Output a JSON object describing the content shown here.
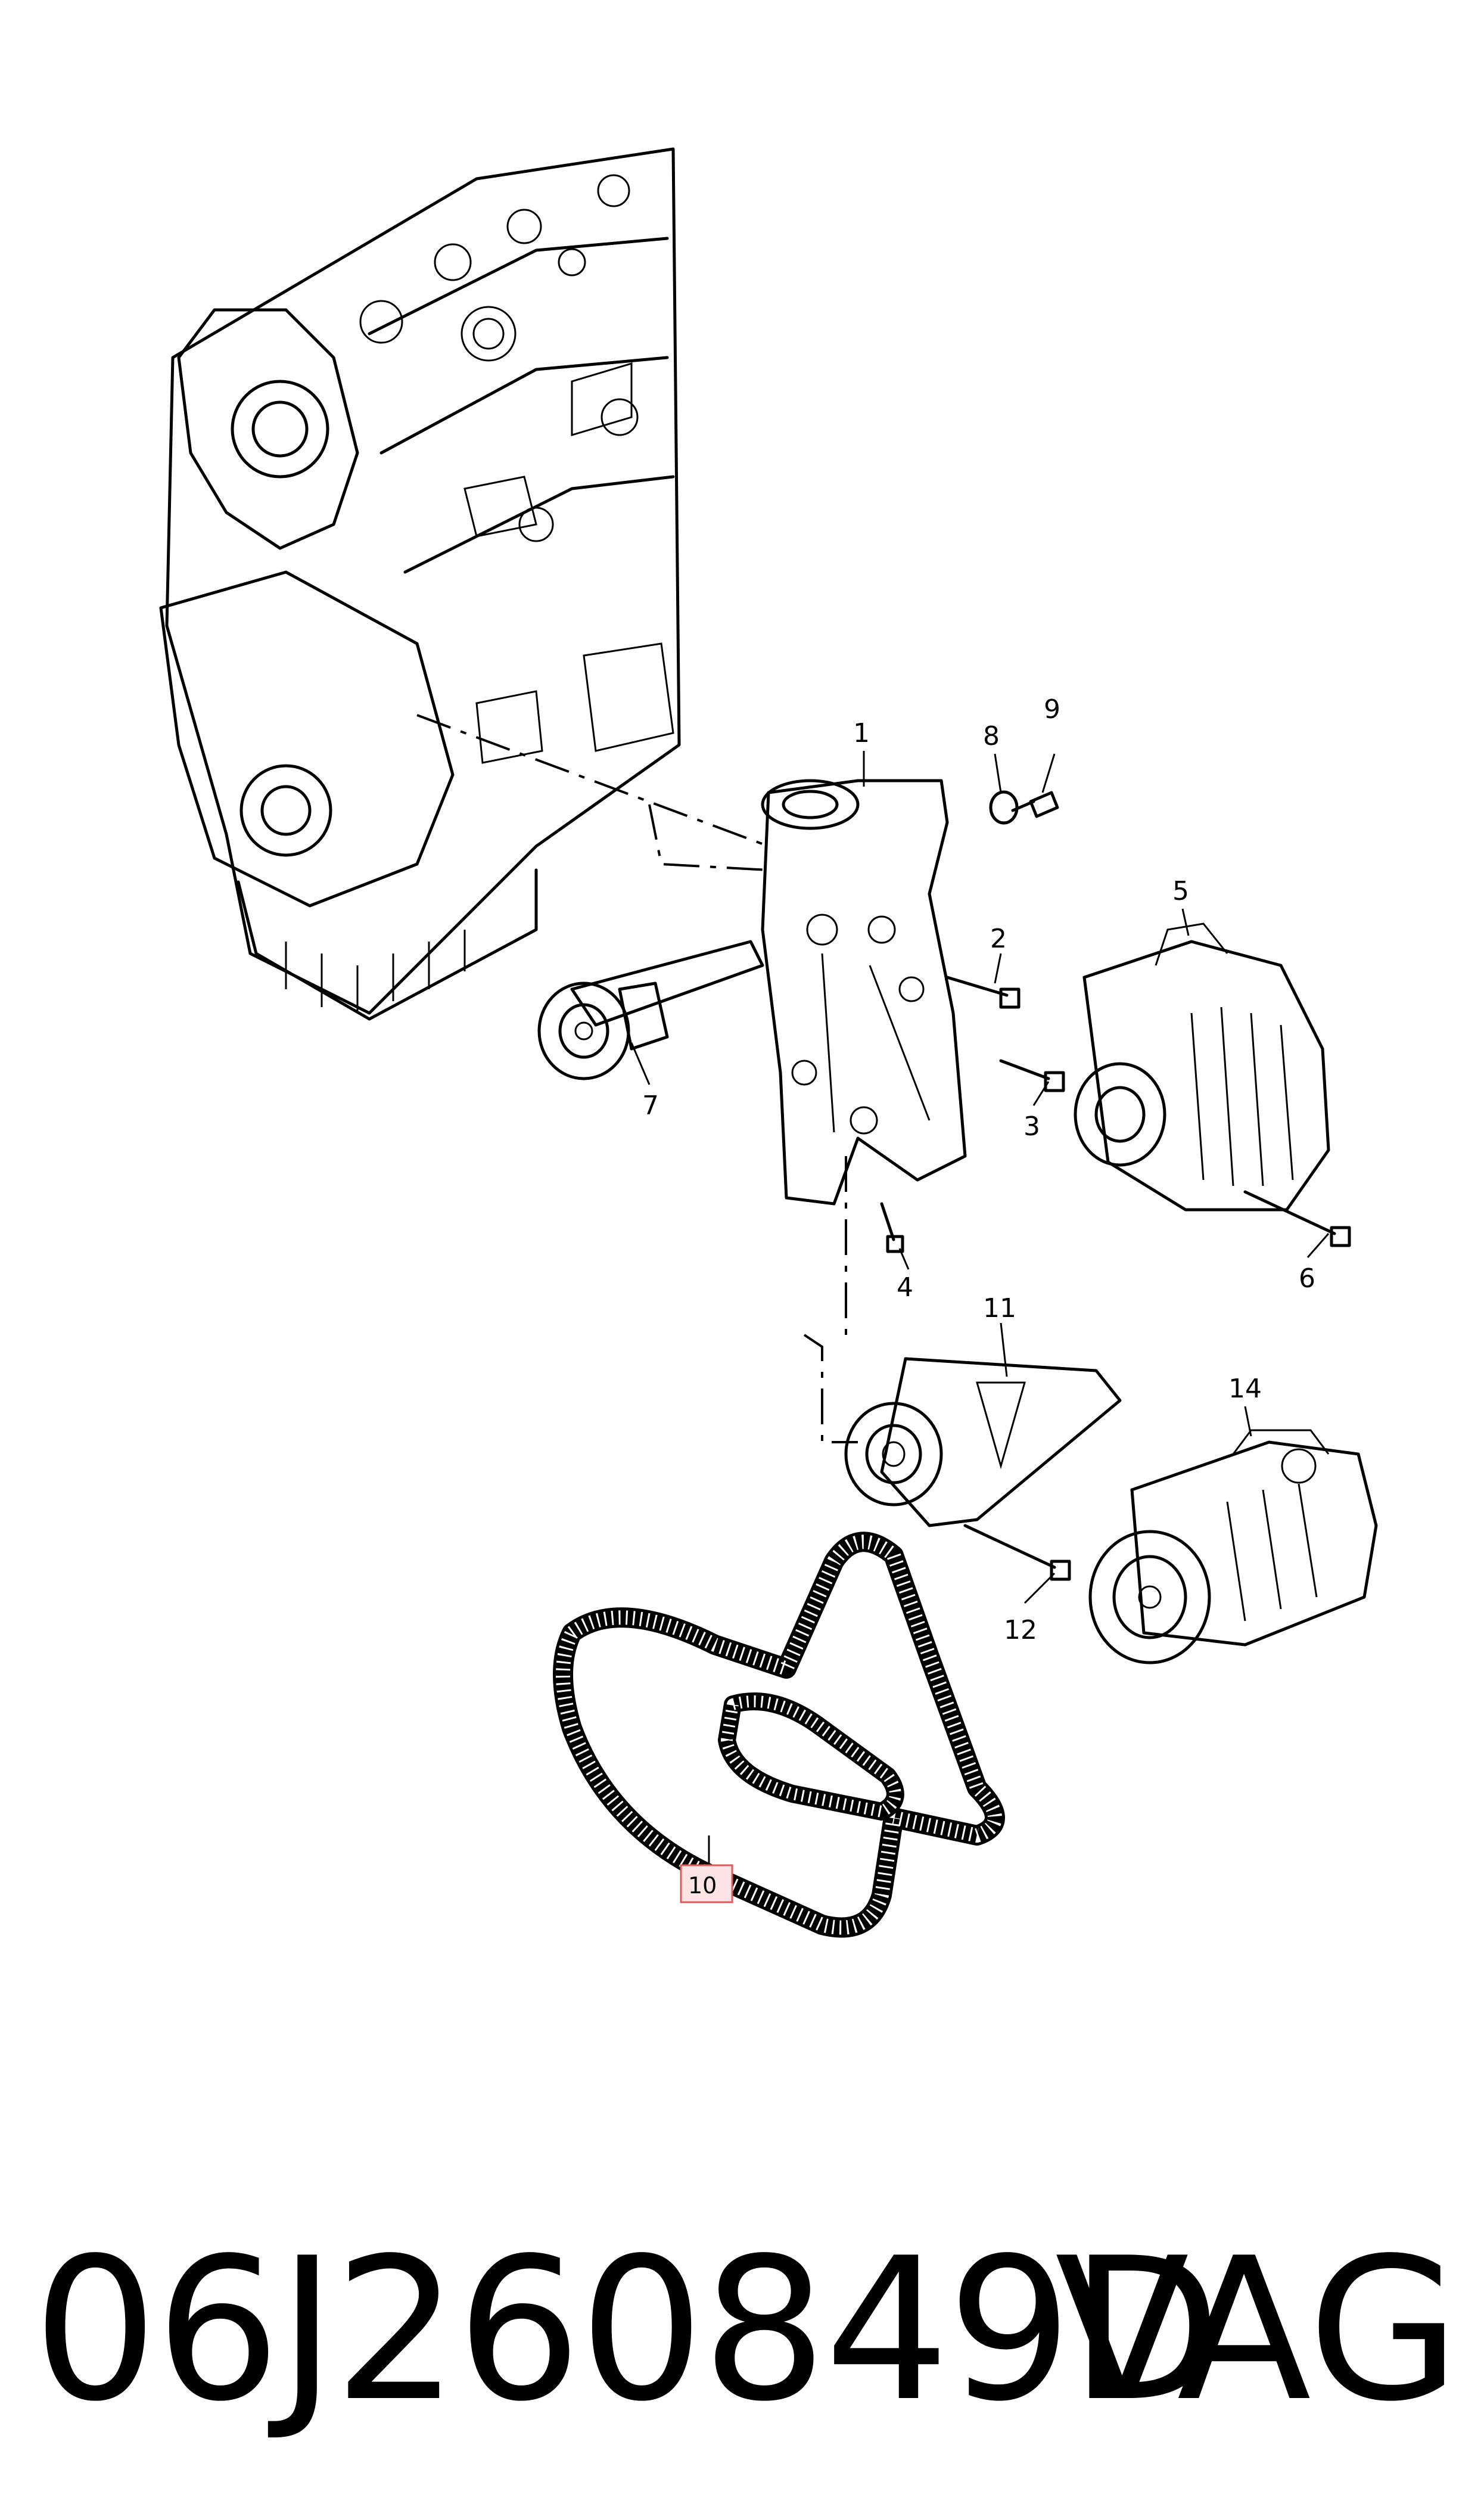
{
  "diagram": {
    "callouts": [
      {
        "id": "1",
        "label": "1"
      },
      {
        "id": "2",
        "label": "2"
      },
      {
        "id": "3",
        "label": "3"
      },
      {
        "id": "4",
        "label": "4"
      },
      {
        "id": "5",
        "label": "5"
      },
      {
        "id": "6",
        "label": "6"
      },
      {
        "id": "7",
        "label": "7"
      },
      {
        "id": "8",
        "label": "8"
      },
      {
        "id": "9",
        "label": "9"
      },
      {
        "id": "10",
        "label": "10",
        "highlighted": true
      },
      {
        "id": "11",
        "label": "11"
      },
      {
        "id": "12",
        "label": "12"
      },
      {
        "id": "14",
        "label": "14"
      }
    ],
    "highlight_color": "#e05a5a",
    "highlight_fill": "#fde3e3"
  },
  "caption": {
    "part_number": "06J260849D",
    "brand": "VAG"
  }
}
